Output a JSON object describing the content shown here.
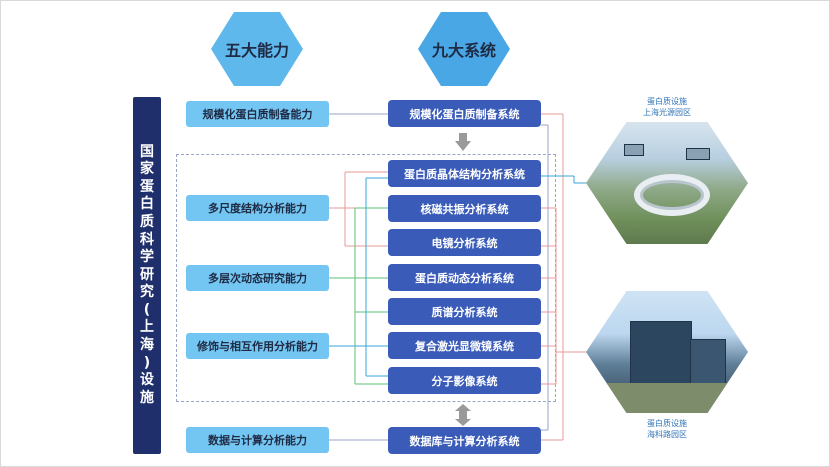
{
  "header": {
    "left_hex": "五大能力",
    "right_hex": "九大系统"
  },
  "facility": {
    "title_chars": [
      "国",
      "家",
      "蛋",
      "白",
      "质",
      "科",
      "学",
      "研",
      "究",
      "(",
      "上",
      "海",
      ")",
      "设",
      "施"
    ]
  },
  "capabilities": [
    "规模化蛋白质制备能力",
    "多尺度结构分析能力",
    "多层次动态研究能力",
    "修饰与相互作用分析能力",
    "数据与计算分析能力"
  ],
  "systems": [
    "规模化蛋白质制备系统",
    "蛋白质晶体结构分析系统",
    "核磁共振分析系统",
    "电镜分析系统",
    "蛋白质动态分析系统",
    "质谱分析系统",
    "复合激光显微镜系统",
    "分子影像系统",
    "数据库与计算分析系统"
  ],
  "photos": {
    "top_caption": "蛋白质设施\n上海光源园区",
    "bottom_caption": "蛋白质设施\n海科路园区"
  },
  "colors": {
    "navy": "#1e2f6b",
    "system_blue": "#3a5bb8",
    "capability_blue": "#74c6f2",
    "hex_blue": "#5fb8ec",
    "line_red": "#e79a9a",
    "line_green": "#5cc27a",
    "line_cyan": "#3aa7d8"
  }
}
